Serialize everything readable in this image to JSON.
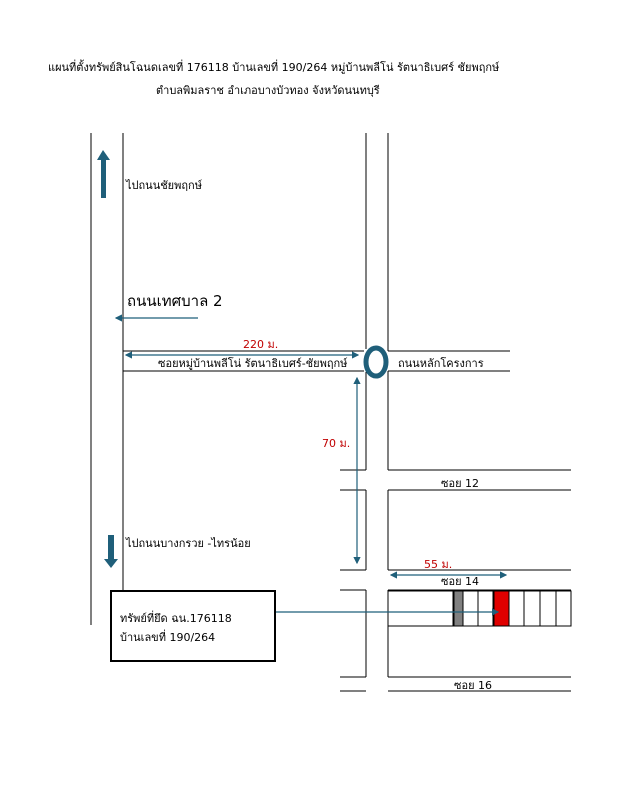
{
  "header": {
    "line1": "แผนที่ตั้งทรัพย์สินโฉนดเลขที่ 176118 บ้านเลขที่ 190/264 หมู่บ้านพลีโน่ รัตนาธิเบศร์ ชัยพฤกษ์",
    "line2": "ตำบลพิมลราช อำเภอบางบัวทอง จังหวัดนนทบุรี"
  },
  "labels": {
    "to_chaiyaphruek": "ไปถนนชัยพฤกษ์",
    "thetsaban_road": "ถนนเทศบาล 2",
    "soi_main": "ซอยหมู่บ้านพลีโน่ รัตนาธิเบศร์-ชัยพฤกษ์",
    "main_road": "ถนนหลักโครงการ",
    "to_bangkruai": "ไปถนนบางกรวย -ไทรน้อย",
    "soi12": "ซอย 12",
    "soi14": "ซอย 14",
    "soi16": "ซอย 16",
    "property_line1": "ทรัพย์ที่ยึด ฉน.176118",
    "property_line2": "บ้านเลขที่ 190/264"
  },
  "distances": {
    "d220": "220 ม.",
    "d70": "70 ม.",
    "d55": "55 ม."
  },
  "colors": {
    "arrow_blue": "#1f5f7a",
    "distance_red": "#c00000",
    "highlight_red": "#e00000",
    "marker_gray": "#808080"
  },
  "icons": {
    "roundabout": "roundabout-icon",
    "north_arrow": "arrow-up-icon",
    "south_arrow": "arrow-down-icon"
  }
}
